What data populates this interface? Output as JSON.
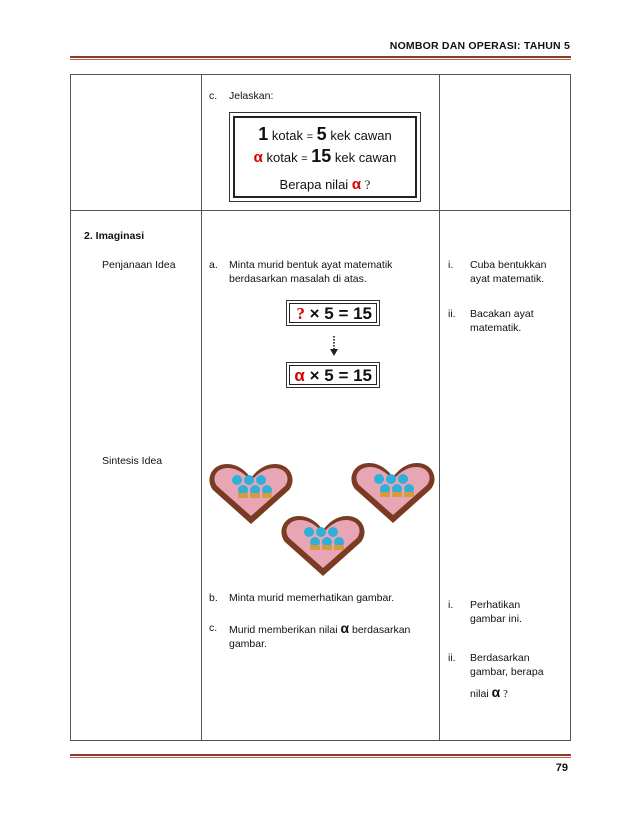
{
  "header": {
    "title": "NOMBOR DAN OPERASI: TAHUN 5"
  },
  "page_number": "79",
  "row1": {
    "item_c_marker": "c.",
    "item_c_text": "Jelaskan:",
    "box": {
      "line1": {
        "num1": "1",
        "word1": "kotak",
        "eq": "=",
        "num2": "5",
        "word2": "kek cawan"
      },
      "line2": {
        "var": "α",
        "word1": "kotak",
        "eq": "=",
        "num2": "15",
        "word2": "kek cawan"
      },
      "line3": {
        "text": "Berapa nilai",
        "var": "α",
        "q": "?"
      }
    }
  },
  "row2": {
    "section_title": "2.  Imaginasi",
    "sub1": "Penjanaan Idea",
    "sub2": "Sintesis Idea",
    "a_marker": "a.",
    "a_text": "Minta murid bentuk ayat matematik berdasarkan masalah di atas.",
    "eq1": {
      "unknown": "?",
      "rest": "× 5 = 15"
    },
    "eq2": {
      "var": "α",
      "rest": "× 5 = 15"
    },
    "b_marker": "b.",
    "b_text": "Minta murid memerhatikan gambar.",
    "c_marker": "c.",
    "c_text_before": "Murid memberikan nilai",
    "c_var": "α",
    "c_text_after": "berdasarkan gambar.",
    "col3_i_marker": "i.",
    "col3_i_text": "Cuba bentukkan ayat matematik.",
    "col3_ii_marker": "ii.",
    "col3_ii_text": "Bacakan ayat matematik.",
    "col3_i2_marker": "i.",
    "col3_i2_text": "Perhatikan gambar ini.",
    "col3_ii2_marker": "ii.",
    "col3_ii2_text": "Berdasarkan gambar, berapa",
    "col3_ii2_text2": "nilai",
    "col3_ii2_var": "α",
    "col3_ii2_q": "?"
  },
  "colors": {
    "accent_rule": "#8b3a2c",
    "variable_red": "#d40000"
  }
}
